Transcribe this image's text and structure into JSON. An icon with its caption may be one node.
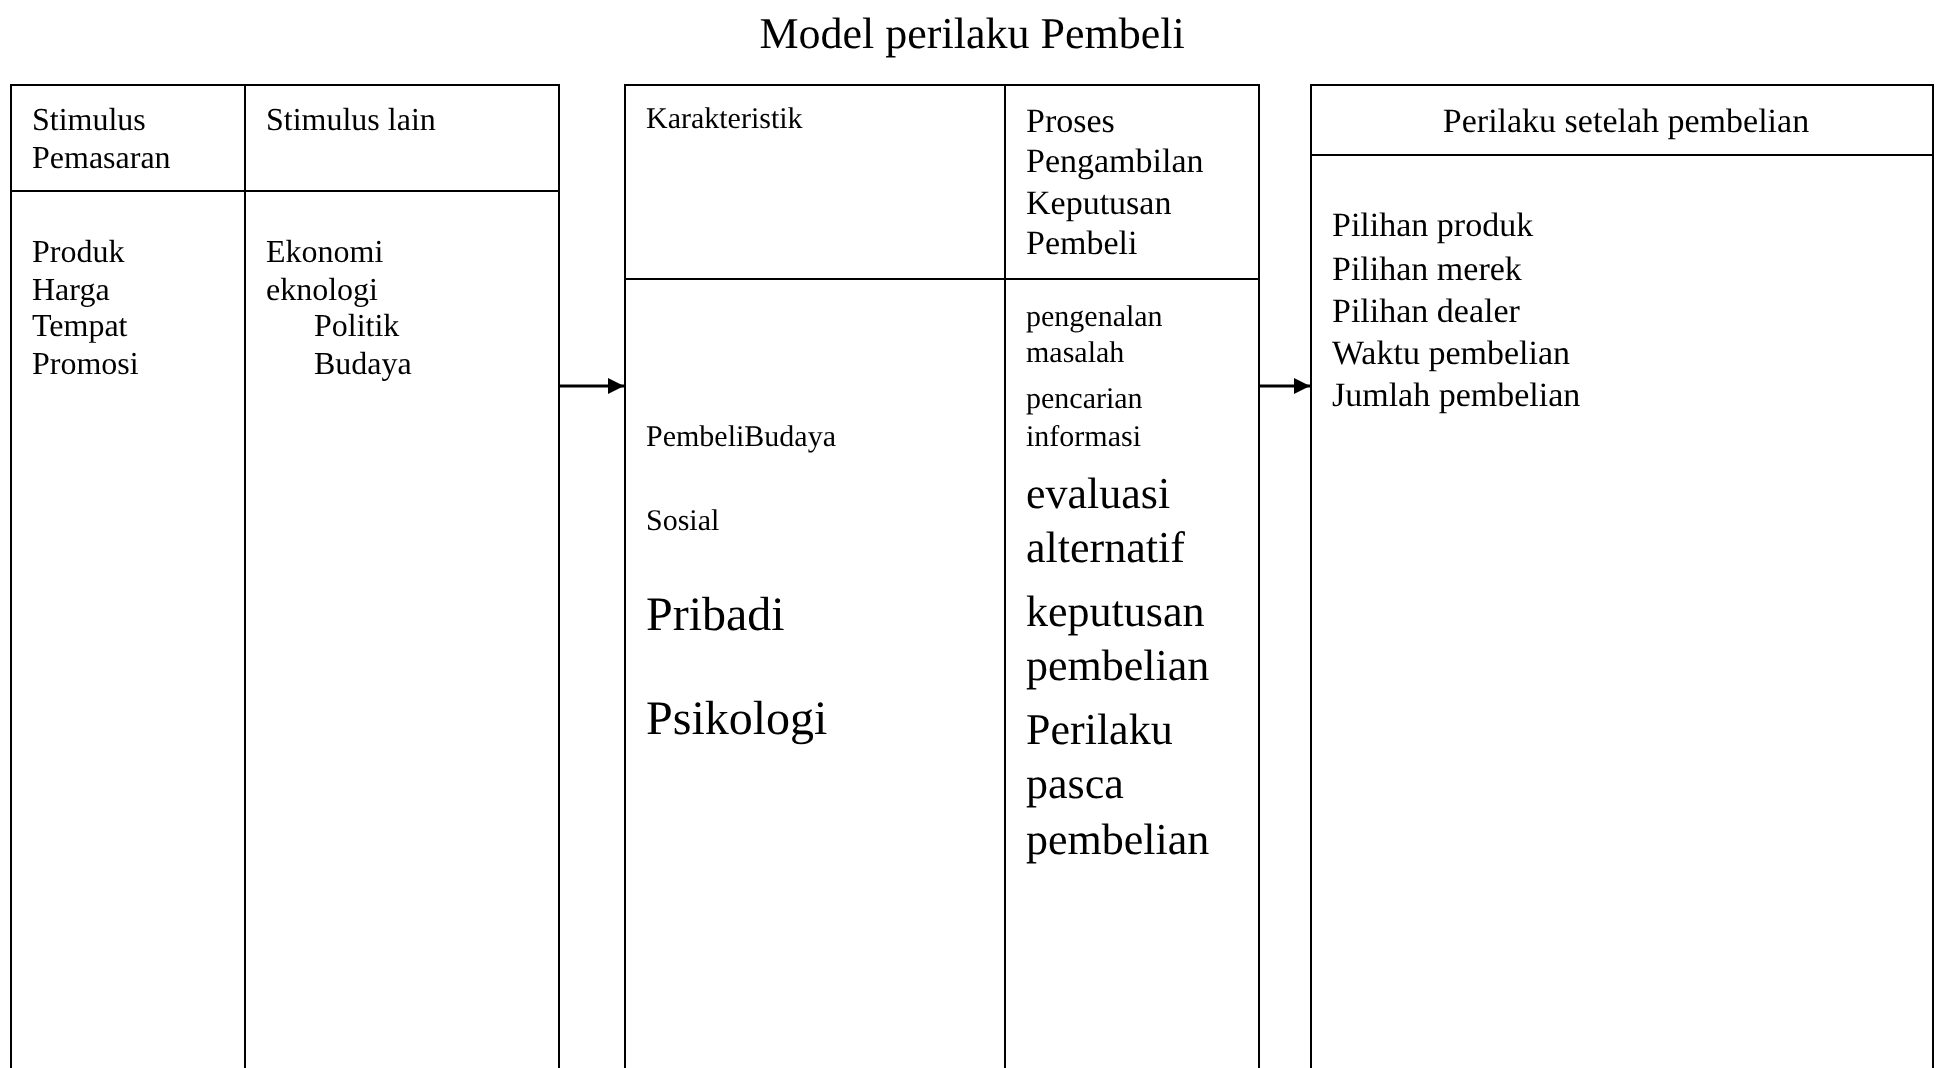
{
  "diagram": {
    "title": "Model perilaku Pembeli",
    "nodes": [
      {
        "text": [],
        "shape": "box"
      },
      {
        "text": [
          "Stimulus Pemasaran"
        ],
        "in": 0
      },
      {
        "text": [
          "Stimulus lain"
        ],
        "in": 0
      },
      {
        "text": [
          "Produk",
          "Harga",
          "Tempat",
          "Promosi"
        ],
        "in": 0
      },
      {
        "text": [
          "Ekonomi",
          "eknologi",
          "Politik",
          "Budaya"
        ],
        "in": 0
      },
      {
        "text": [],
        "shape": "box"
      },
      {
        "text": [
          "Karakteristik"
        ],
        "in": 5
      },
      {
        "text": [
          "Proses Pengambilan Keputusan Pembeli"
        ],
        "in": 5
      },
      {
        "text": [
          "PembeliBudaya",
          "Sosial",
          "Pribadi",
          "Psikologi"
        ],
        "in": 5
      },
      {
        "text": [
          "pengenalan masalah",
          "pencarian informasi",
          "evaluasi alternatif",
          "keputusan pembelian",
          "Perilaku pasca pembelian"
        ],
        "in": 5
      },
      {
        "text": [],
        "shape": "box"
      },
      {
        "text": [
          "Perilaku setelah pembelian"
        ],
        "in": 10
      },
      {
        "text": [
          "Pilihan produk",
          "Pilihan merek",
          "Pilihan dealer",
          "Waktu pembelian",
          "Jumlah pembelian"
        ],
        "in": 10
      }
    ],
    "edges": [
      {
        "from": 0,
        "to": 5,
        "arrow": "to"
      },
      {
        "from": 5,
        "to": 10,
        "arrow": "to"
      }
    ]
  }
}
